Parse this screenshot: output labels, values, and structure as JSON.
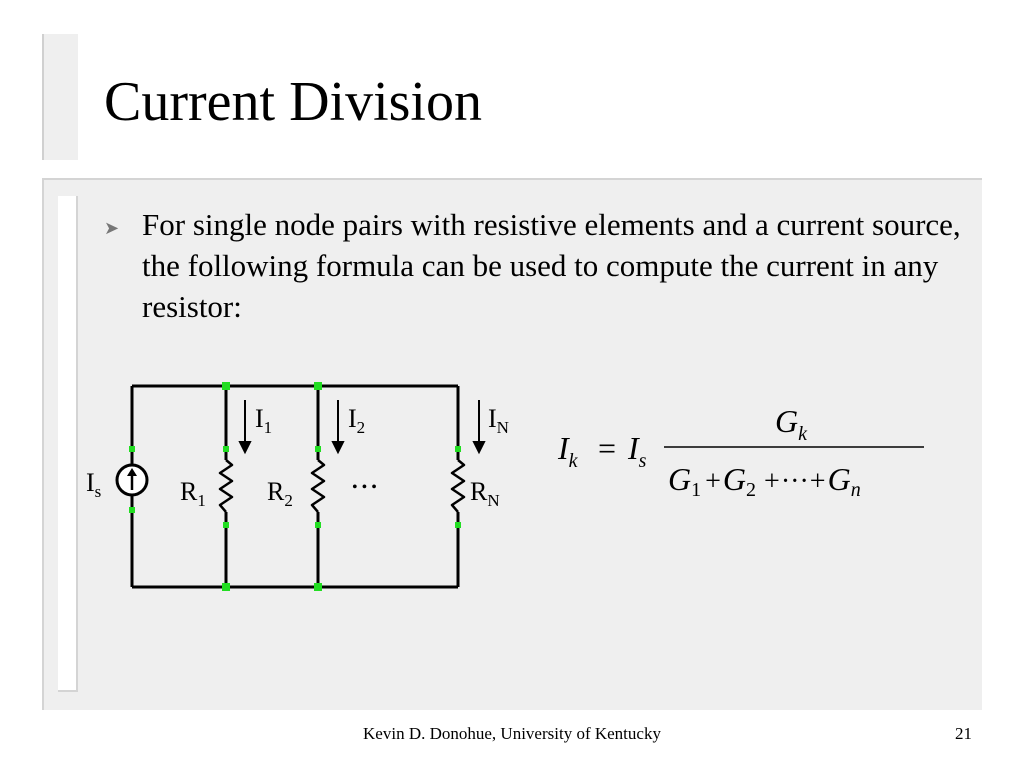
{
  "slide": {
    "title": "Current Division",
    "bullet": "For single node pairs with resistive elements and a current source, the following formula can be used to compute the current in any resistor:",
    "bullet_icon": "arrowhead-bullet-icon",
    "footer": "Kevin D. Donohue, University of Kentucky",
    "page_number": "21"
  },
  "circuit": {
    "source_label": "I",
    "source_sub": "s",
    "resistors": [
      {
        "label": "R",
        "sub": "1"
      },
      {
        "label": "R",
        "sub": "2"
      },
      {
        "label": "R",
        "sub": "N"
      }
    ],
    "currents": [
      {
        "label": "I",
        "sub": "1"
      },
      {
        "label": "I",
        "sub": "2"
      },
      {
        "label": "I",
        "sub": "N"
      }
    ],
    "ellipsis": "• • •"
  },
  "formula": {
    "lhs": "I",
    "lhs_sub": "k",
    "equals": "=",
    "factor": "I",
    "factor_sub": "s",
    "num": "G",
    "num_sub": "k",
    "den_1": "G",
    "den_1_sub": "1",
    "plus_1": "+",
    "den_2": "G",
    "den_2_sub": "2",
    "plus_2": "+",
    "dots": "···",
    "plus_3": "+",
    "den_n": "G",
    "den_n_sub": "n"
  },
  "colors": {
    "node_marker": "#22dd22",
    "wire": "#000000",
    "panel_bg": "#efefef"
  }
}
